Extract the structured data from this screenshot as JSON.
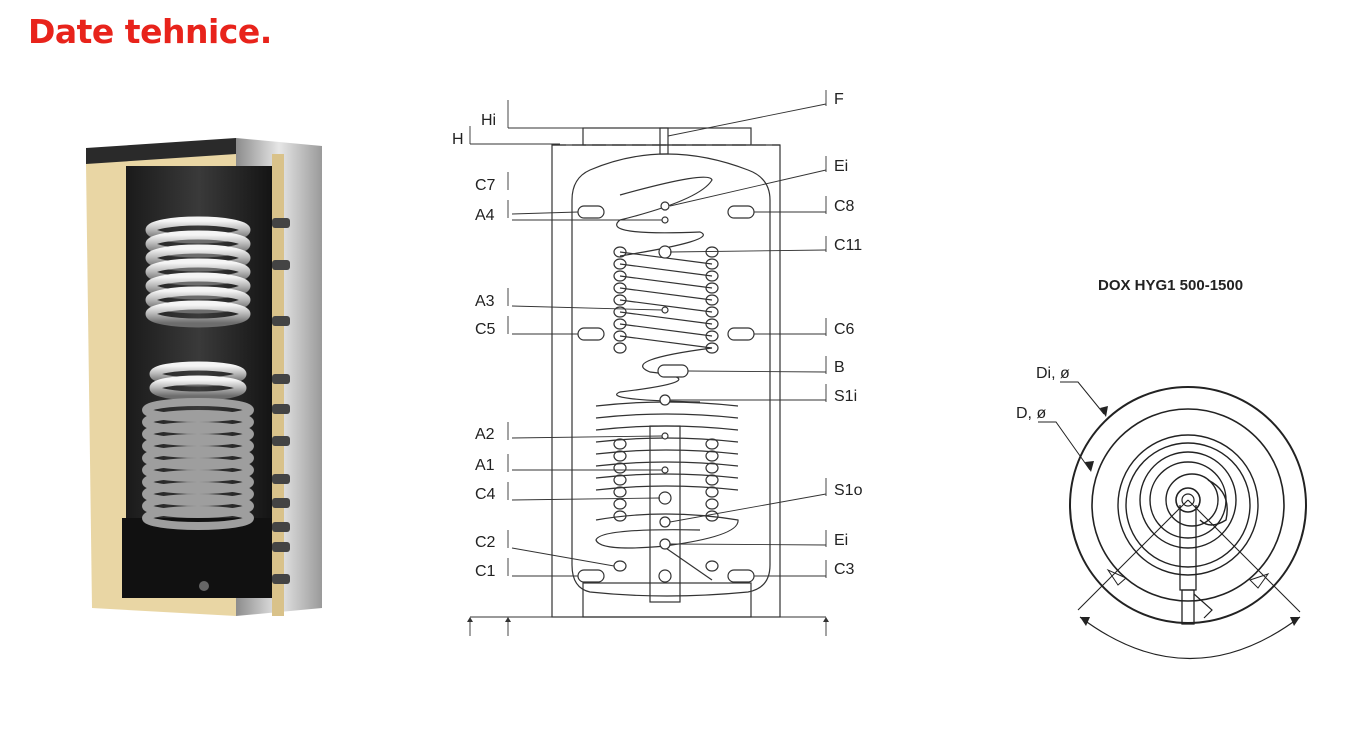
{
  "page": {
    "title": "Date tehnice.",
    "title_color": "#e8231b"
  },
  "top_view": {
    "model": "DOX HYG1 500-1500",
    "labels": {
      "di": "Di, ø",
      "d": "D, ø"
    }
  },
  "schematic": {
    "left_labels": [
      "Hi",
      "H",
      "C7",
      "A4",
      "A3",
      "C5",
      "A2",
      "A1",
      "C4",
      "C2",
      "C1"
    ],
    "right_labels": [
      "F",
      "Ei",
      "C8",
      "C11",
      "C6",
      "B",
      "S1i",
      "S1o",
      "Ei",
      "C3"
    ]
  },
  "icons": {
    "tank_cutaway": "tank-cutaway-illustration",
    "tank_schematic": "tank-section-drawing",
    "tank_top": "tank-top-view-drawing"
  },
  "colors": {
    "insulation": "#e9d6a4",
    "jacket": "#c9c9c9",
    "coil": "#cfcfcf",
    "connector": "#555555"
  }
}
